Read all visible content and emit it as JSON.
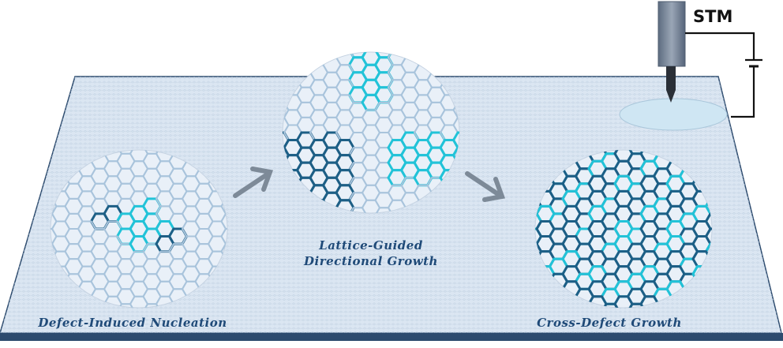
{
  "instrument_label": "STM",
  "stages": [
    {
      "label": "Defect-Induced Nucleation"
    },
    {
      "label_line1": "Lattice-Guided",
      "label_line2": "Directional Growth"
    },
    {
      "label": "Cross-Defect Growth"
    }
  ],
  "colors": {
    "substrate": "#dbe6f2",
    "substrate_edge": "#2d4b6e",
    "lattice_light": "#a9c4dc",
    "lattice_cyan": "#22c3d8",
    "lattice_dark": "#1d5f86",
    "arrow": "#7d8a98"
  }
}
